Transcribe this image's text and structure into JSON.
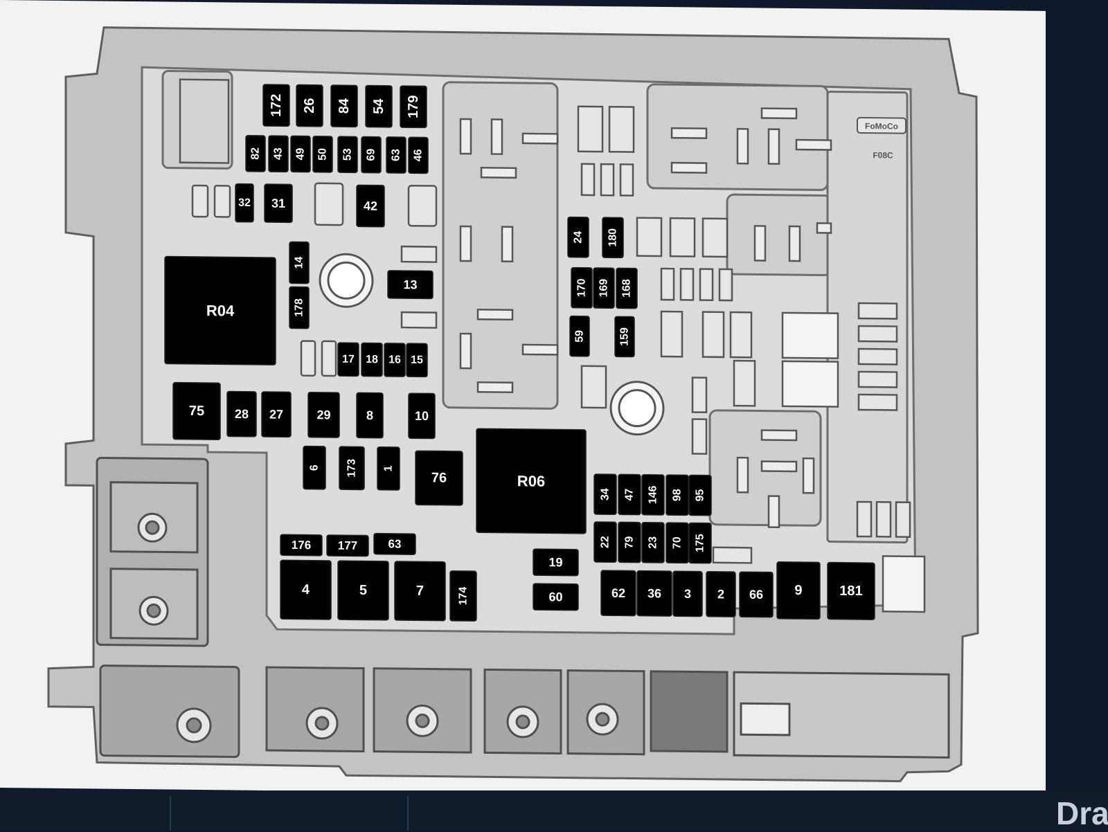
{
  "diagram": {
    "brand_mark": "FoMoCo",
    "part_code": "F08C",
    "colors": {
      "fuse_fill": "#000000",
      "fuse_label": "#ffffff",
      "housing": "#bfbfbd",
      "housing_dark": "#6a6a68",
      "paper": "#f2f2f0"
    },
    "fuses": [
      {
        "id": "172",
        "label": "172"
      },
      {
        "id": "26",
        "label": "26"
      },
      {
        "id": "84",
        "label": "84"
      },
      {
        "id": "54",
        "label": "54"
      },
      {
        "id": "179",
        "label": "179"
      },
      {
        "id": "82",
        "label": "82"
      },
      {
        "id": "43",
        "label": "43"
      },
      {
        "id": "49",
        "label": "49"
      },
      {
        "id": "50",
        "label": "50"
      },
      {
        "id": "53",
        "label": "53"
      },
      {
        "id": "69",
        "label": "69"
      },
      {
        "id": "63a",
        "label": "63"
      },
      {
        "id": "46",
        "label": "46"
      },
      {
        "id": "32",
        "label": "32"
      },
      {
        "id": "31",
        "label": "31"
      },
      {
        "id": "42",
        "label": "42"
      },
      {
        "id": "14",
        "label": "14"
      },
      {
        "id": "13",
        "label": "13"
      },
      {
        "id": "178",
        "label": "178"
      },
      {
        "id": "R04",
        "label": "R04"
      },
      {
        "id": "17",
        "label": "17"
      },
      {
        "id": "18",
        "label": "18"
      },
      {
        "id": "16",
        "label": "16"
      },
      {
        "id": "15",
        "label": "15"
      },
      {
        "id": "75",
        "label": "75"
      },
      {
        "id": "28",
        "label": "28"
      },
      {
        "id": "27",
        "label": "27"
      },
      {
        "id": "29",
        "label": "29"
      },
      {
        "id": "8",
        "label": "8"
      },
      {
        "id": "10",
        "label": "10"
      },
      {
        "id": "6",
        "label": "6"
      },
      {
        "id": "173",
        "label": "173"
      },
      {
        "id": "1",
        "label": "1"
      },
      {
        "id": "76",
        "label": "76"
      },
      {
        "id": "R06",
        "label": "R06"
      },
      {
        "id": "176",
        "label": "176"
      },
      {
        "id": "177",
        "label": "177"
      },
      {
        "id": "63b",
        "label": "63"
      },
      {
        "id": "4",
        "label": "4"
      },
      {
        "id": "5",
        "label": "5"
      },
      {
        "id": "7",
        "label": "7"
      },
      {
        "id": "174",
        "label": "174"
      },
      {
        "id": "19",
        "label": "19"
      },
      {
        "id": "60",
        "label": "60"
      },
      {
        "id": "24",
        "label": "24"
      },
      {
        "id": "180",
        "label": "180"
      },
      {
        "id": "170",
        "label": "170"
      },
      {
        "id": "169",
        "label": "169"
      },
      {
        "id": "168",
        "label": "168"
      },
      {
        "id": "59",
        "label": "59"
      },
      {
        "id": "159",
        "label": "159"
      },
      {
        "id": "34",
        "label": "34"
      },
      {
        "id": "47",
        "label": "47"
      },
      {
        "id": "146",
        "label": "146"
      },
      {
        "id": "98",
        "label": "98"
      },
      {
        "id": "95",
        "label": "95"
      },
      {
        "id": "22",
        "label": "22"
      },
      {
        "id": "79",
        "label": "79"
      },
      {
        "id": "23",
        "label": "23"
      },
      {
        "id": "70",
        "label": "70"
      },
      {
        "id": "175",
        "label": "175"
      },
      {
        "id": "62",
        "label": "62"
      },
      {
        "id": "36",
        "label": "36"
      },
      {
        "id": "3",
        "label": "3"
      },
      {
        "id": "2",
        "label": "2"
      },
      {
        "id": "66",
        "label": "66"
      },
      {
        "id": "9",
        "label": "9"
      },
      {
        "id": "181",
        "label": "181"
      }
    ]
  },
  "screen": {
    "corner_text": "Dra"
  }
}
